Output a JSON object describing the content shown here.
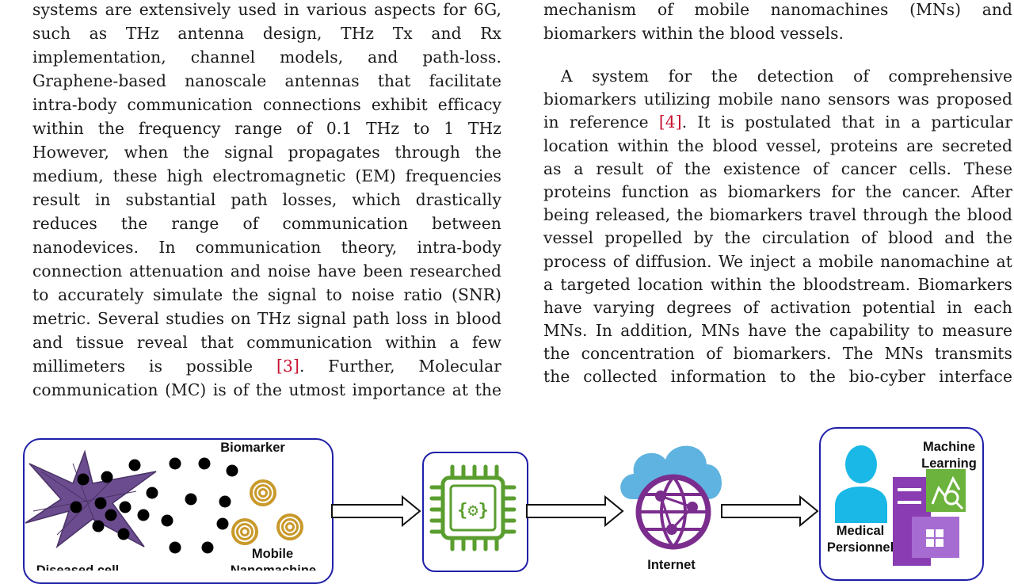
{
  "left_column": {
    "lines": [
      "systems are extensively used in various aspects for 6G,",
      "such as THz antenna design, THz Tx and Rx",
      "implementation, channel models, and path-loss.",
      "Graphene-based nanoscale antennas that facilitate",
      "intra-body communication connections exhibit efficacy",
      "within the frequency range of 0.1 THz to 1 THz",
      "However, when the signal propagates through the",
      "medium, these high electromagnetic (EM) frequencies",
      "result in substantial path losses, which drastically",
      "reduces the range of communication between",
      "nanodevices. In communication theory, intra-body",
      "connection attenuation and noise have been researched",
      "to accurately simulate the signal to noise ratio (SNR)",
      "metric. Several studies on THz signal path loss in blood",
      "and tissue reveal that communication within a few"
    ],
    "line16_pre": "millimeters is possible ",
    "line16_ref": "[3]",
    "line16_post": ". Further, Molecular",
    "line17": "communication (MC) is of the utmost importance at the"
  },
  "right_column": {
    "lines_top": [
      "mechanism of mobile nanomachines (MNs) and",
      "biomarkers within the blood vessels."
    ],
    "para2_line1": "A system for the detection of comprehensive",
    "para2_line2": "biomarkers utilizing mobile nano sensors was proposed",
    "para2_line3_pre": "in reference ",
    "para2_line3_ref": "[4]",
    "para2_line3_post": ". It is postulated that in a particular",
    "lines_rest": [
      "location within the blood vessel, proteins are secreted",
      "as a result of the existence of cancer cells. These",
      "proteins function as biomarkers for the cancer. After",
      "being released, the biomarkers travel through the blood",
      "vessel propelled by the circulation of blood and the",
      "process of diffusion. We inject a mobile nanomachine at",
      "a targeted location within the bloodstream. Biomarkers",
      "have varying degrees of activation potential in each",
      "MNs. In addition, MNs have the capability to measure",
      "the concentration of biomarkers. The MNs transmits",
      "the collected information to the bio-cyber interface"
    ]
  },
  "figure": {
    "biomarker_label": "Biomarker",
    "mobile_label": "Mobile",
    "nanomachine_label_partial": "Nanomachine",
    "diseased_cell_label_partial": "Diseased cell",
    "internet_label": "Internet",
    "machine_learning_label": "Machine Learning",
    "medical_personnel_label": "Medical Persionnel",
    "colors": {
      "box_border": "#1f1fa8",
      "cell": "#6b4c8f",
      "chip": "#5a9e2f",
      "cloud": "#5fb3e0",
      "globe": "#7b2d8e",
      "person": "#1ab8e6",
      "ml_screen": "#8a3db3",
      "ml_icon_bg": "#6cb33e",
      "nanomachine": "#c9992b"
    }
  }
}
